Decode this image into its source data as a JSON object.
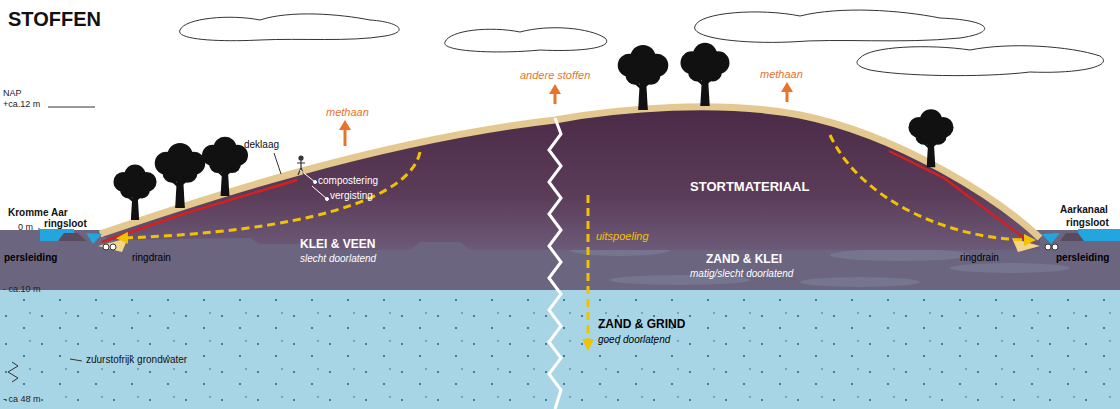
{
  "diagram": {
    "title": "STOFFEN",
    "labels": [
      "NAP",
      "+ca.12 m",
      "0 m",
      "- ca.10 m",
      "- ca 48 m",
      "Kromme Aar",
      "ringsloot",
      "persleiding",
      "ringdrain",
      "deklaag",
      "methaan",
      "compostering",
      "vergisting",
      "KLEI & VEEN",
      "slecht doorlatend",
      "zuurstofrijk grondwater",
      "andere stoffen",
      "uitspoeling",
      "methaan",
      "STORTMATERIAAL",
      "ZAND & KLEI",
      "matig/slecht doorlatend",
      "ZAND & GRIND",
      "goed doorlatend",
      "Aarkanaal",
      "ringsloot",
      "ringdrain",
      "persleiding"
    ]
  }
}
